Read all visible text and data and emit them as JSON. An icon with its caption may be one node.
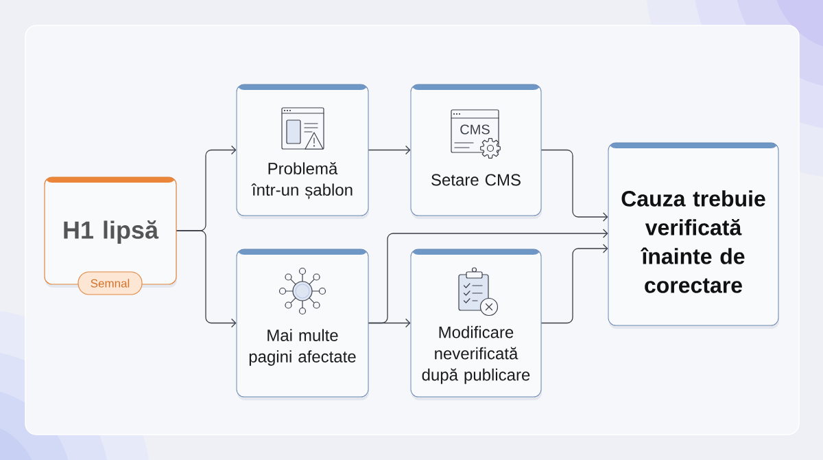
{
  "diagram": {
    "nodes": [
      {
        "text": [
          "H1 lipsă"
        ]
      },
      {
        "text": [
          "Semnal"
        ]
      },
      {
        "text": [
          "Problemă într-un șablon"
        ]
      },
      {
        "text": [
          "Setare CMS"
        ]
      },
      {
        "text": [
          "Mai multe pagini afectate"
        ]
      },
      {
        "text": [
          "Modificare neverificată după publicare"
        ]
      },
      {
        "text": [
          "Cauza trebuie verificată înainte de corectare"
        ]
      }
    ],
    "edges": [
      {
        "from": 0,
        "to": 2,
        "arrow": "to"
      },
      {
        "from": 0,
        "to": 4,
        "arrow": "to"
      },
      {
        "from": 2,
        "to": 3,
        "arrow": "to"
      },
      {
        "from": 4,
        "to": 5,
        "arrow": "to"
      },
      {
        "from": 3,
        "to": 6,
        "arrow": "to"
      },
      {
        "from": 4,
        "to": 6,
        "arrow": "to"
      },
      {
        "from": 5,
        "to": 6,
        "arrow": "to"
      }
    ],
    "labels": [
      "CMS"
    ]
  }
}
